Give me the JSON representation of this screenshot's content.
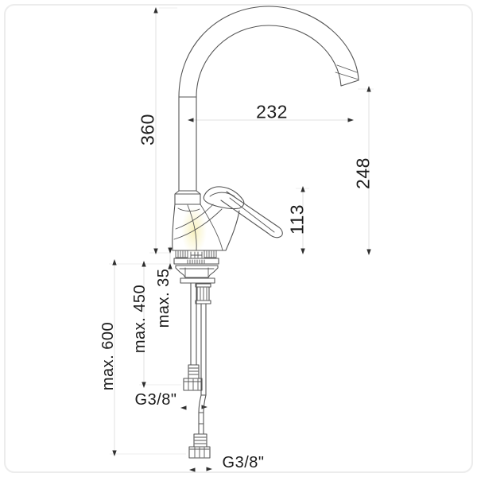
{
  "labels": {
    "spout_reach": "232",
    "spout_height": "360",
    "outlet_height": "248",
    "handle_height": "113",
    "deck_thickness": "max. 35",
    "hose_length_short": "max. 450",
    "hose_length_long": "max. 600",
    "thread_top": "G3/8\"",
    "thread_bottom": "G3/8\""
  },
  "colors": {
    "line": "#555555",
    "text": "#1c1c1c",
    "dim_line": "#e0e0e0",
    "frame": "#ececec",
    "highlight": "#f5edaa"
  }
}
